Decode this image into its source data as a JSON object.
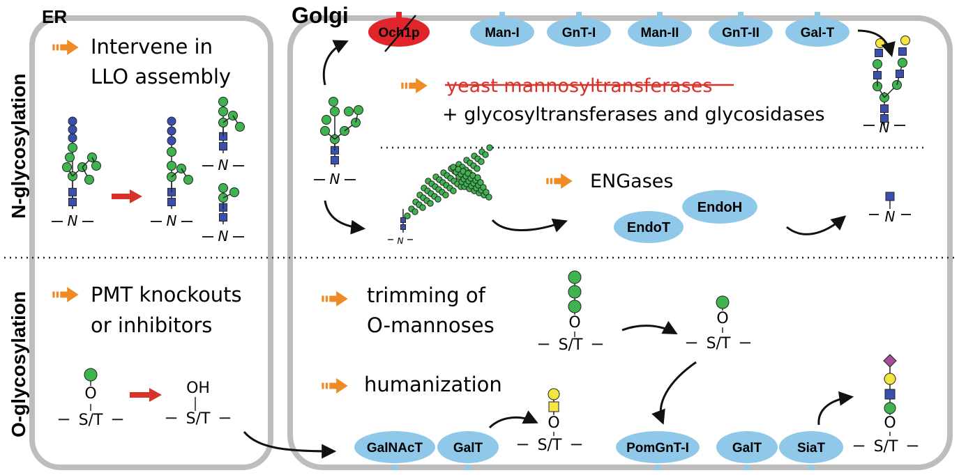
{
  "compartments": {
    "er_label": "ER",
    "golgi_label": "Golgi"
  },
  "rows": {
    "n_label": "N-glycosylation",
    "o_label": "O-glycosylation"
  },
  "er": {
    "n_strategy": [
      "Intervene in",
      "LLO assembly"
    ],
    "o_strategy": [
      "PMT knockouts",
      "or inhibitors"
    ]
  },
  "golgi": {
    "struck_text": "yeast mannosyltransferases",
    "plus_text": "+ glycosyltransferases and glycosidases",
    "engases_text": "ENGases",
    "trimming_text": [
      "trimming of",
      "O-mannoses"
    ],
    "humanization_text": "humanization"
  },
  "enzymes": {
    "knocked_out": "Och1p",
    "golgi_n": [
      "Man-I",
      "GnT-I",
      "Man-II",
      "GnT-II",
      "Gal-T"
    ],
    "endo": [
      "EndoH",
      "EndoT"
    ],
    "golgi_o_left": [
      "GalNAcT",
      "GalT"
    ],
    "golgi_o_right": [
      "PomGnT-I",
      "GalT",
      "SiaT"
    ]
  },
  "residue_labels": {
    "asn": "N",
    "ser_thr": "S/T",
    "oxygen": "O",
    "hydroxyl": "OH"
  },
  "colors": {
    "compartment_border": "#bdbdbd",
    "enzyme_fill": "#8fc8e8",
    "knocked_out_fill": "#e0252b",
    "strategy_arrow": "#f08a24",
    "process_arrow": "#d9322b",
    "mannose": "#3fb34f",
    "glcnac": "#3b4fae",
    "galactose": "#f4e542",
    "sialic_acid": "#a74d9b"
  }
}
